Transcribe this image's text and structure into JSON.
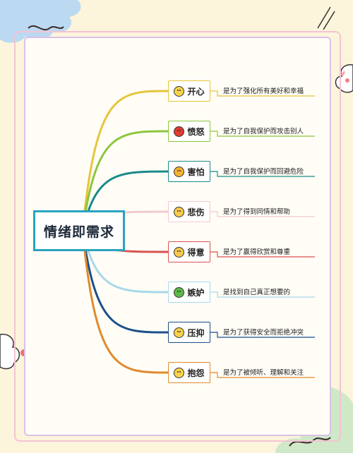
{
  "root": {
    "label": "情绪即需求"
  },
  "branches": [
    {
      "emotion": "开心",
      "description": "是为了强化所有美好和幸福",
      "color": "#e6c53a",
      "face_color": "#f7d24c",
      "icon": "happy-face-icon"
    },
    {
      "emotion": "愤怒",
      "description": "是为了自我保护而攻击别人",
      "color": "#8cc63f",
      "face_color": "#e23c2f",
      "icon": "angry-face-icon"
    },
    {
      "emotion": "害怕",
      "description": "是为了自我保护而回避危险",
      "color": "#1a8a8a",
      "face_color": "#f2b233",
      "icon": "scared-face-icon"
    },
    {
      "emotion": "悲伤",
      "description": "是为了得到同情和帮助",
      "color": "#f2c9cf",
      "face_color": "#f7c94c",
      "icon": "sad-face-icon"
    },
    {
      "emotion": "得意",
      "description": "是为了赢得欣赏和尊重",
      "color": "#d9534f",
      "face_color": "#f7c94c",
      "icon": "smug-face-icon"
    },
    {
      "emotion": "嫉妒",
      "description": "是找到自己真正想要的",
      "color": "#a8d8ea",
      "face_color": "#5ab94a",
      "icon": "envious-face-icon"
    },
    {
      "emotion": "压抑",
      "description": "是为了获得安全而拒绝冲突",
      "color": "#1b4f8a",
      "face_color": "#f7d24c",
      "icon": "expressionless-face-icon"
    },
    {
      "emotion": "抱怨",
      "description": "是为了被倾听、理解和关注",
      "color": "#e08a2e",
      "face_color": "#f7d24c",
      "icon": "weary-face-icon"
    }
  ]
}
